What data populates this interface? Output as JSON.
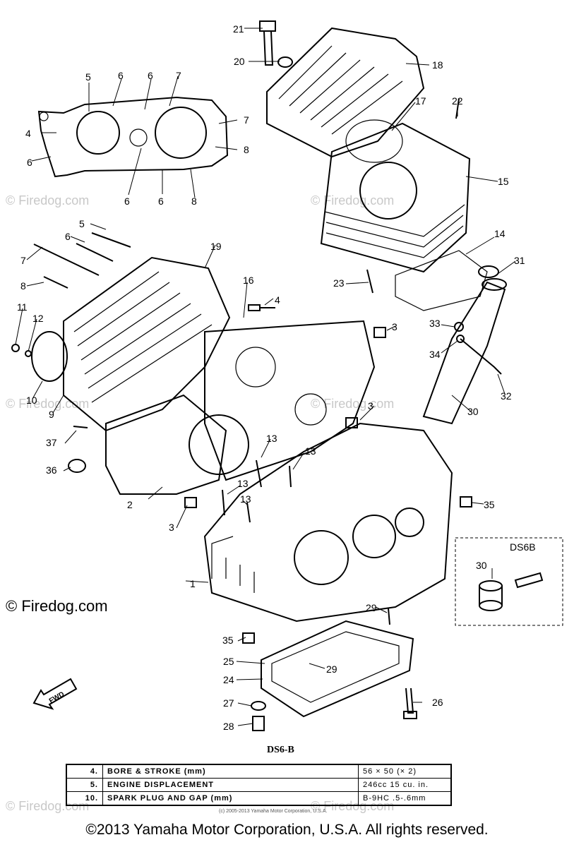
{
  "callouts": {
    "c1": "1",
    "c2": "2",
    "c3a": "3",
    "c3b": "3",
    "c3c": "3",
    "c4a": "4",
    "c4b": "4",
    "c5a": "5",
    "c5b": "5",
    "c6a": "6",
    "c6b": "6",
    "c6c": "6",
    "c6d": "6",
    "c6e": "6",
    "c6f": "6",
    "c7a": "7",
    "c7b": "7",
    "c7c": "7",
    "c8a": "8",
    "c8b": "8",
    "c8c": "8",
    "c9": "9",
    "c10": "10",
    "c11": "11",
    "c12": "12",
    "c13a": "13",
    "c13b": "13",
    "c13c": "13",
    "c13d": "13",
    "c14": "14",
    "c15": "15",
    "c16": "16",
    "c17": "17",
    "c18": "18",
    "c19": "19",
    "c20": "20",
    "c21": "21",
    "c22": "22",
    "c23": "23",
    "c24": "24",
    "c25": "25",
    "c26": "26",
    "c27": "27",
    "c28": "28",
    "c29a": "29",
    "c29b": "29",
    "c30a": "30",
    "c30b": "30",
    "c31": "31",
    "c32": "32",
    "c33": "33",
    "c34": "34",
    "c35a": "35",
    "c35b": "35",
    "c36": "36",
    "c37": "37"
  },
  "variant_box": {
    "label": "DS6B"
  },
  "watermarks": {
    "w1": "© Firedog.com",
    "w2": "© Firedog.com",
    "w3": "© Firedog.com",
    "w4": "© Firedog.com",
    "w5": "© Firedog.com",
    "w6": "© Firedog.com"
  },
  "watermark_main": "© Firedog.com",
  "fwd_label": "FWD",
  "model_label": "DS6-B",
  "spec_table": [
    {
      "no": "4.",
      "item": "BORE & STROKE (mm)",
      "value": "56 × 50 (× 2)"
    },
    {
      "no": "5.",
      "item": "ENGINE DISPLACEMENT",
      "value": "246cc 15 cu. in."
    },
    {
      "no": "10.",
      "item": "SPARK PLUG AND GAP (mm)",
      "value": "B-9HC .5-.6mm"
    }
  ],
  "tiny_copyright": "(c) 2005-2013 Yamaha Motor Corporation, U.S.A.",
  "copyright": "©2013 Yamaha Motor Corporation, U.S.A. All rights reserved."
}
